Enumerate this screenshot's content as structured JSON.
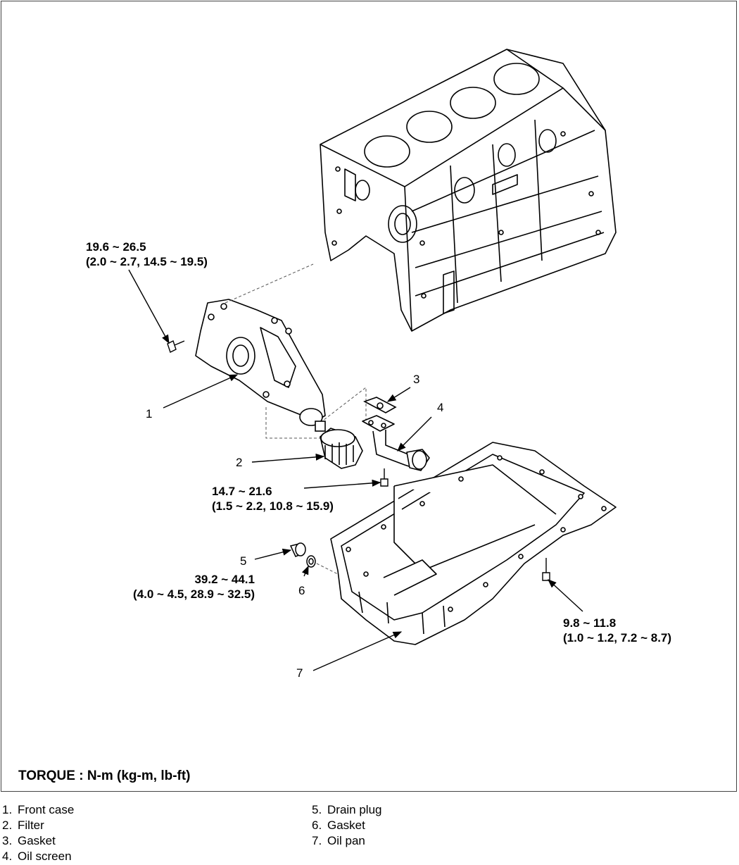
{
  "torque_specs": {
    "front_case_bolt": {
      "line1": "19.6 ~ 26.5",
      "line2": "(2.0 ~ 2.7, 14.5 ~ 19.5)"
    },
    "oil_screen_bolt": {
      "line1": "14.7 ~ 21.6",
      "line2": "(1.5 ~ 2.2, 10.8 ~ 15.9)"
    },
    "drain_plug": {
      "line1": "39.2 ~ 44.1",
      "line2": "(4.0 ~ 4.5, 28.9 ~ 32.5)"
    },
    "oil_pan_bolt": {
      "line1": "9.8 ~ 11.8",
      "line2": "(1.0 ~ 1.2, 7.2 ~ 8.7)"
    }
  },
  "part_numbers": [
    "1",
    "2",
    "3",
    "4",
    "5",
    "6",
    "7"
  ],
  "torque_unit_label": "TORQUE : N-m (kg-m, lb-ft)",
  "legend": {
    "left": [
      {
        "num": "1.",
        "name": "Front case"
      },
      {
        "num": "2.",
        "name": "Filter"
      },
      {
        "num": "3.",
        "name": "Gasket"
      },
      {
        "num": "4.",
        "name": "Oil screen"
      }
    ],
    "right": [
      {
        "num": "5.",
        "name": "Drain plug"
      },
      {
        "num": "6.",
        "name": "Gasket"
      },
      {
        "num": "7.",
        "name": "Oil pan"
      }
    ]
  }
}
